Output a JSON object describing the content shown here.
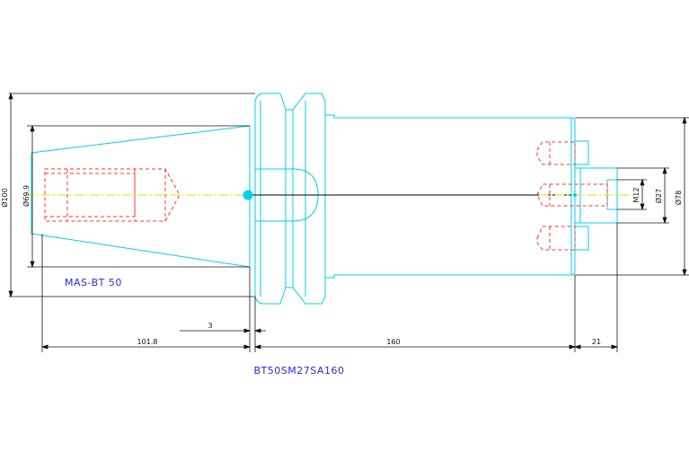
{
  "drawing": {
    "series_label": "MAS-BT 50",
    "part_number": "BT50SM27SA160",
    "colors": {
      "outline": "#00d0e6",
      "hidden": "#ff3030",
      "center": "#e0e000",
      "dimension": "#111111",
      "label": "#2b2bd6",
      "axis": "#000000"
    }
  },
  "dimensions": {
    "dia_100": "Ø100",
    "dia_69_9": "Ø69.9",
    "dia_78": "Ø78",
    "dia_27": "Ø27",
    "thread_m12": "M12",
    "len_101_8": "101.8",
    "len_3": "3",
    "len_160": "160",
    "len_21": "21"
  }
}
